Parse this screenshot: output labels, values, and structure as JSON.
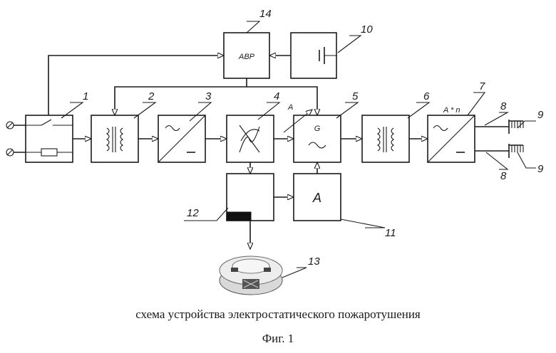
{
  "caption": "схема устройства электростатического пожаротушения",
  "figure_label": "Фиг. 1",
  "block_labels": {
    "avr": "АВР",
    "amplifier": "A",
    "current_label": "A",
    "generator": "G",
    "output_label": "A * n"
  },
  "callouts": [
    "1",
    "2",
    "3",
    "4",
    "5",
    "6",
    "7",
    "8",
    "8",
    "9",
    "9",
    "10",
    "11",
    "12",
    "13",
    "14"
  ]
}
